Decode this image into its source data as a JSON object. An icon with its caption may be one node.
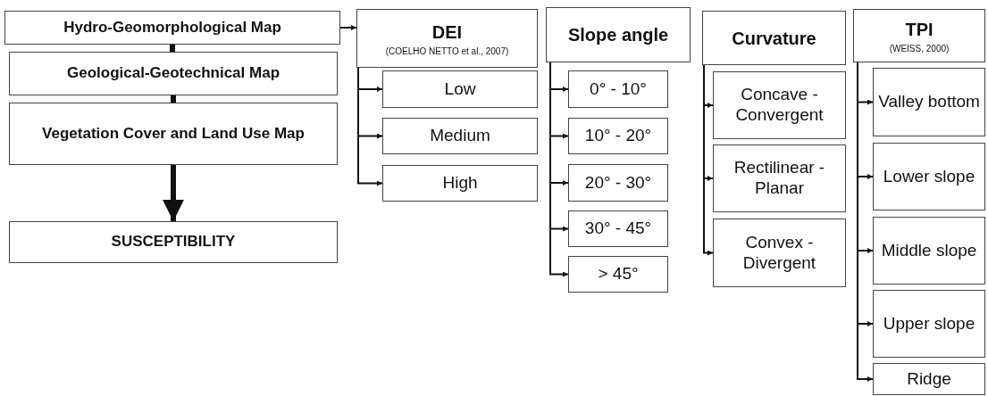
{
  "diagram": {
    "nodes": [
      {
        "text": [
          "Hydro-Geomorphological Map"
        ]
      },
      {
        "text": [
          "Geological-Geotechnical Map"
        ]
      },
      {
        "text": [
          "Vegetation Cover and Land Use Map"
        ]
      },
      {
        "text": [
          "SUSCEPTIBILITY"
        ]
      },
      {
        "text": [
          "DEI",
          "(COELHO NETTO et al., 2007)"
        ]
      },
      {
        "text": [
          "Low"
        ]
      },
      {
        "text": [
          "Medium"
        ]
      },
      {
        "text": [
          "High"
        ]
      },
      {
        "text": [
          "Slope angle"
        ]
      },
      {
        "text": [
          "0° - 10°"
        ]
      },
      {
        "text": [
          "10° - 20°"
        ]
      },
      {
        "text": [
          "20° - 30°"
        ]
      },
      {
        "text": [
          "30° - 45°"
        ]
      },
      {
        "text": [
          "> 45°"
        ]
      },
      {
        "text": [
          "Curvature"
        ]
      },
      {
        "text": [
          "Concave - Convergent"
        ]
      },
      {
        "text": [
          "Rectilinear - Planar"
        ]
      },
      {
        "text": [
          "Convex - Divergent"
        ]
      },
      {
        "text": [
          "TPI",
          "(WEISS, 2000)"
        ]
      },
      {
        "text": [
          "Valley bottom"
        ]
      },
      {
        "text": [
          "Lower slope"
        ]
      },
      {
        "text": [
          "Middle slope"
        ]
      },
      {
        "text": [
          "Upper slope"
        ]
      },
      {
        "text": [
          "Ridge"
        ]
      }
    ],
    "edges": [
      {
        "from": 0,
        "to": 4,
        "arrow": "to"
      },
      {
        "from": 0,
        "to": 1,
        "arrow": "none",
        "style": "thick"
      },
      {
        "from": 1,
        "to": 2,
        "arrow": "none",
        "style": "thick"
      },
      {
        "from": 2,
        "to": 3,
        "arrow": "to",
        "style": "thick"
      },
      {
        "from": 4,
        "to": 5,
        "arrow": "to"
      },
      {
        "from": 4,
        "to": 6,
        "arrow": "to"
      },
      {
        "from": 4,
        "to": 7,
        "arrow": "to"
      },
      {
        "from": 8,
        "to": 9,
        "arrow": "to"
      },
      {
        "from": 8,
        "to": 10,
        "arrow": "to"
      },
      {
        "from": 8,
        "to": 11,
        "arrow": "to"
      },
      {
        "from": 8,
        "to": 12,
        "arrow": "to"
      },
      {
        "from": 8,
        "to": 13,
        "arrow": "to"
      },
      {
        "from": 14,
        "to": 15,
        "arrow": "to"
      },
      {
        "from": 14,
        "to": 16,
        "arrow": "to"
      },
      {
        "from": 14,
        "to": 17,
        "arrow": "to"
      },
      {
        "from": 18,
        "to": 19,
        "arrow": "to"
      },
      {
        "from": 18,
        "to": 20,
        "arrow": "to"
      },
      {
        "from": 18,
        "to": 21,
        "arrow": "to"
      },
      {
        "from": 18,
        "to": 22,
        "arrow": "to"
      },
      {
        "from": 18,
        "to": 23,
        "arrow": "to"
      }
    ]
  }
}
